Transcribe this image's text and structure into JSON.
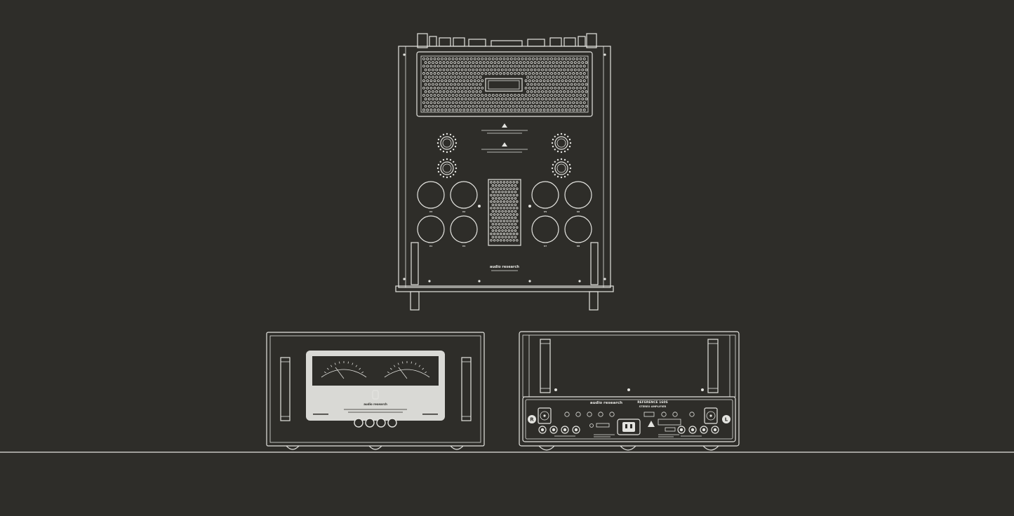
{
  "top_view": {
    "brand_label": "audio research",
    "tube_labels": [
      "V3",
      "V2",
      "V1",
      "V4",
      "V5",
      "V6",
      "V7",
      "V8"
    ]
  },
  "front_view": {
    "brand_label": "audio research",
    "meters": [
      "meter-left",
      "meter-right"
    ]
  },
  "rear_view": {
    "brand_label": "audio research",
    "model_label": "REFERENCE 160S",
    "model_sub_label": "STEREO AMPLIFIER",
    "left_channel_label": "L",
    "right_channel_label": "R"
  },
  "colors": {
    "background": "#2e2d29",
    "line": "#e4e4e0"
  }
}
